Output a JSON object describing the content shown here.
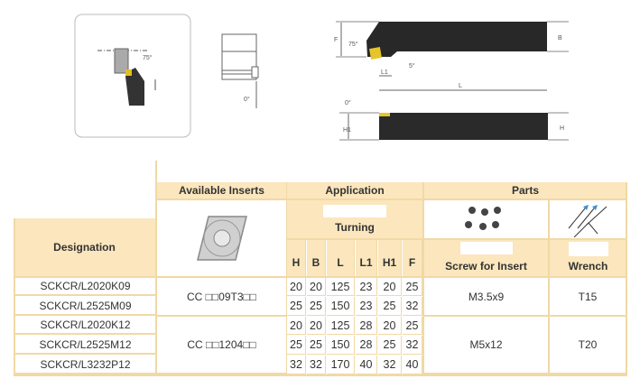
{
  "drawing": {
    "angle_75": "75°",
    "angle_5": "5°",
    "angle_0": "0°",
    "dim_F": "F",
    "dim_B": "B",
    "dim_L": "L",
    "dim_L1": "L1",
    "dim_H": "H",
    "dim_H1": "H1"
  },
  "table": {
    "designation_header": "Designation",
    "inserts_header": "Available Inserts",
    "application_header": "Application",
    "parts_header": "Parts",
    "turning_label": "Turning",
    "screw_header": "Screw for Insert",
    "wrench_header": "Wrench",
    "dim_headers": [
      "H",
      "B",
      "L",
      "L1",
      "H1",
      "F"
    ],
    "rows": [
      {
        "designation": "SCKCR/L2020K09",
        "dims": [
          "20",
          "20",
          "125",
          "23",
          "20",
          "25"
        ]
      },
      {
        "designation": "SCKCR/L2525M09",
        "dims": [
          "25",
          "25",
          "150",
          "23",
          "25",
          "32"
        ]
      },
      {
        "designation": "SCKCR/L2020K12",
        "dims": [
          "20",
          "20",
          "125",
          "28",
          "20",
          "25"
        ]
      },
      {
        "designation": "SCKCR/L2525M12",
        "dims": [
          "25",
          "25",
          "150",
          "28",
          "25",
          "32"
        ]
      },
      {
        "designation": "SCKCR/L3232P12",
        "dims": [
          "32",
          "32",
          "170",
          "40",
          "32",
          "40"
        ]
      }
    ],
    "groups": [
      {
        "insert": "CC □□09T3□□",
        "screw": "M3.5x9",
        "wrench": "T15"
      },
      {
        "insert": "CC □□1204□□",
        "screw": "M5x12",
        "wrench": "T20"
      }
    ]
  }
}
